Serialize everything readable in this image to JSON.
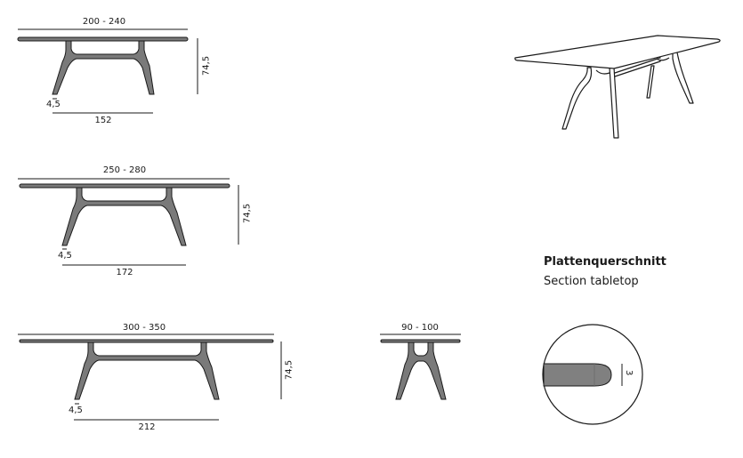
{
  "colors": {
    "line": "#1a1a1a",
    "leg_fill": "#7a7a7a",
    "section_fill": "#808080",
    "background": "#ffffff"
  },
  "tables": [
    {
      "id": "table-200-240",
      "length_label": "200 - 240",
      "height_label": "74,5",
      "leg_width_label": "4,5",
      "leg_span_label": "152"
    },
    {
      "id": "table-250-280",
      "length_label": "250 - 280",
      "height_label": "74,5",
      "leg_width_label": "4,5",
      "leg_span_label": "172"
    },
    {
      "id": "table-300-350",
      "length_label": "300 - 350",
      "height_label": "74,5",
      "leg_width_label": "4,5",
      "leg_span_label": "212"
    },
    {
      "id": "table-90-100-end",
      "length_label": "90 - 100"
    }
  ],
  "section": {
    "title": "Plattenquerschnitt",
    "subtitle": "Section tabletop",
    "thickness_label": "3"
  },
  "perspective_view": {
    "icon": "table-perspective-icon"
  }
}
